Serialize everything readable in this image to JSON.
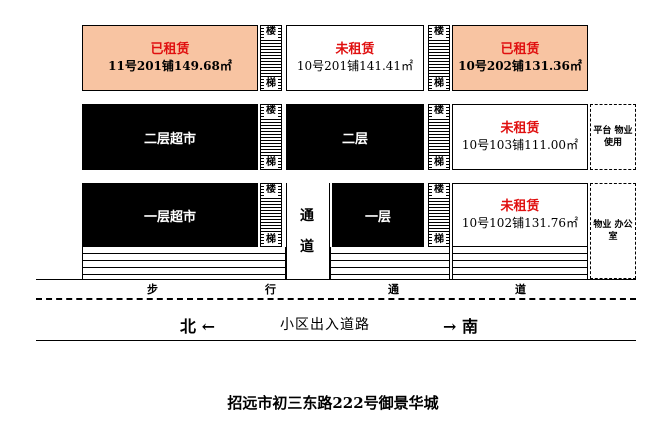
{
  "floor2": {
    "unit_11_201": {
      "status": "已租赁",
      "label": "11号201铺149.68㎡"
    },
    "unit_10_201": {
      "status": "未租赁",
      "label": "10号201铺141.41㎡"
    },
    "unit_10_202": {
      "status": "已租赁",
      "label": "10号202铺131.36㎡"
    }
  },
  "floor1": {
    "supermarket": "二层超市",
    "block": "二层",
    "unit_10_103": {
      "status": "未租赁",
      "label": "10号103铺111.00㎡"
    },
    "side_note": "平台 物业使用"
  },
  "floor0": {
    "supermarket": "一层超市",
    "passage_chars": [
      "通",
      "道"
    ],
    "block": "一层",
    "unit_10_102": {
      "status": "未租赁",
      "label": "10号102铺131.76㎡"
    },
    "side_note": "物业 办公室"
  },
  "stairs": {
    "top": "楼",
    "bottom": "梯"
  },
  "walkway": {
    "chars": [
      "步",
      "行",
      "通",
      "道"
    ]
  },
  "road": {
    "north": "北 ←",
    "name": "小区出入道路",
    "south": "→ 南"
  },
  "title": "招远市初三东路222号御景华城",
  "colors": {
    "rented": "#f8c4a2",
    "vacant": "#ffffff",
    "occupied": "#000000",
    "status_text": "#e01010"
  }
}
